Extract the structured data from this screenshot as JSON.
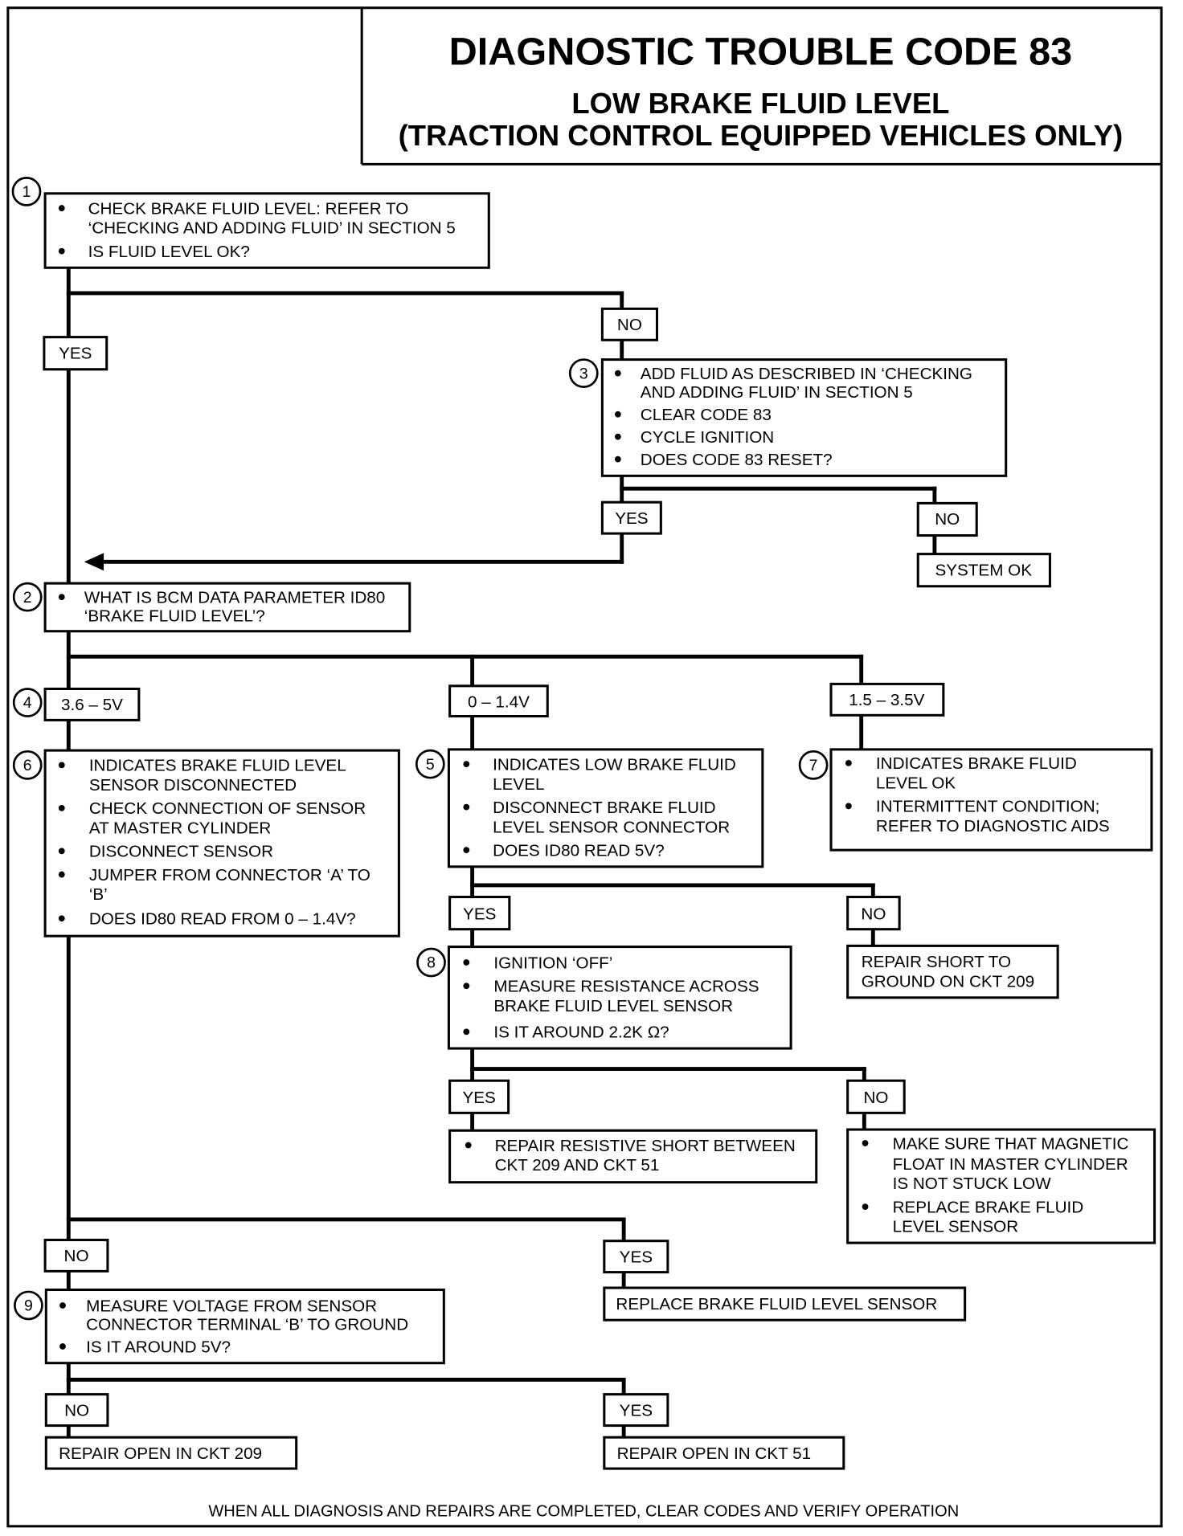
{
  "header": {
    "title": "DIAGNOSTIC TROUBLE CODE 83",
    "subtitle": [
      "LOW BRAKE FLUID LEVEL",
      "(TRACTION CONTROL EQUIPPED VEHICLES ONLY)"
    ]
  },
  "steps": {
    "step1": {
      "number": "1",
      "bullets": [
        [
          "CHECK BRAKE FLUID LEVEL: REFER TO",
          "‘CHECKING AND ADDING FLUID’ IN SECTION 5"
        ],
        [
          "IS FLUID LEVEL OK?"
        ]
      ],
      "yes": "YES",
      "no": "NO"
    },
    "step3": {
      "number": "3",
      "bullets": [
        [
          "ADD FLUID AS DESCRIBED IN ‘CHECKING",
          "AND ADDING FLUID’ IN SECTION 5"
        ],
        [
          "CLEAR CODE 83"
        ],
        [
          "CYCLE IGNITION"
        ],
        [
          "DOES CODE 83 RESET?"
        ]
      ],
      "yes": "YES",
      "no": "NO"
    },
    "step2": {
      "number": "2",
      "bullets": [
        [
          "WHAT IS BCM DATA PARAMETER ID80",
          "‘BRAKE FLUID LEVEL’?"
        ]
      ],
      "branches": [
        "3.6 – 5V",
        "0 – 1.4V",
        "1.5 – 3.5V"
      ]
    },
    "step4": {
      "number": "4"
    },
    "step6": {
      "number": "6",
      "bullets": [
        [
          "INDICATES BRAKE FLUID LEVEL",
          "SENSOR DISCONNECTED"
        ],
        [
          "CHECK CONNECTION OF SENSOR",
          "AT MASTER CYLINDER"
        ],
        [
          "DISCONNECT SENSOR"
        ],
        [
          "JUMPER FROM CONNECTOR ‘A’ TO",
          "‘B’"
        ],
        [
          "DOES ID80 READ FROM 0 – 1.4V?"
        ]
      ],
      "yes": "YES",
      "no": "NO"
    },
    "step5": {
      "number": "5",
      "bullets": [
        [
          "INDICATES LOW BRAKE FLUID",
          "LEVEL"
        ],
        [
          "DISCONNECT BRAKE FLUID",
          "LEVEL SENSOR CONNECTOR"
        ],
        [
          "DOES ID80 READ 5V?"
        ]
      ],
      "yes": "YES",
      "no": "NO"
    },
    "step7": {
      "number": "7",
      "bullets": [
        [
          "INDICATES BRAKE FLUID",
          "LEVEL OK"
        ],
        [
          "INTERMITTENT CONDITION;",
          "REFER TO DIAGNOSTIC AIDS"
        ]
      ]
    },
    "step8": {
      "number": "8",
      "bullets": [
        [
          "IGNITION ‘OFF’"
        ],
        [
          "MEASURE RESISTANCE ACROSS",
          "BRAKE FLUID LEVEL SENSOR"
        ],
        [
          "IS IT AROUND 2.2K Ω?"
        ]
      ],
      "yes": "YES",
      "no": "NO"
    },
    "step9": {
      "number": "9",
      "bullets": [
        [
          "MEASURE VOLTAGE FROM SENSOR",
          "CONNECTOR TERMINAL ‘B’ TO GROUND"
        ],
        [
          "IS IT AROUND 5V?"
        ]
      ],
      "yes": "YES",
      "no": "NO"
    }
  },
  "results": {
    "system_ok": "SYSTEM OK",
    "repair_short_to_ground": [
      "REPAIR SHORT TO",
      "GROUND ON CKT 209"
    ],
    "repair_resistive_short": [
      "REPAIR RESISTIVE SHORT BETWEEN",
      "CKT 209 AND CKT 51"
    ],
    "float_check_and_replace": [
      [
        "MAKE SURE THAT MAGNETIC",
        "FLOAT IN MASTER CYLINDER",
        "IS NOT STUCK LOW"
      ],
      [
        "REPLACE BRAKE FLUID",
        "LEVEL SENSOR"
      ]
    ],
    "replace_sensor": "REPLACE BRAKE FLUID LEVEL SENSOR",
    "repair_open_209": "REPAIR OPEN IN CKT 209",
    "repair_open_51": "REPAIR OPEN IN CKT 51"
  },
  "footer": "WHEN ALL DIAGNOSIS AND REPAIRS ARE COMPLETED, CLEAR CODES AND VERIFY OPERATION"
}
